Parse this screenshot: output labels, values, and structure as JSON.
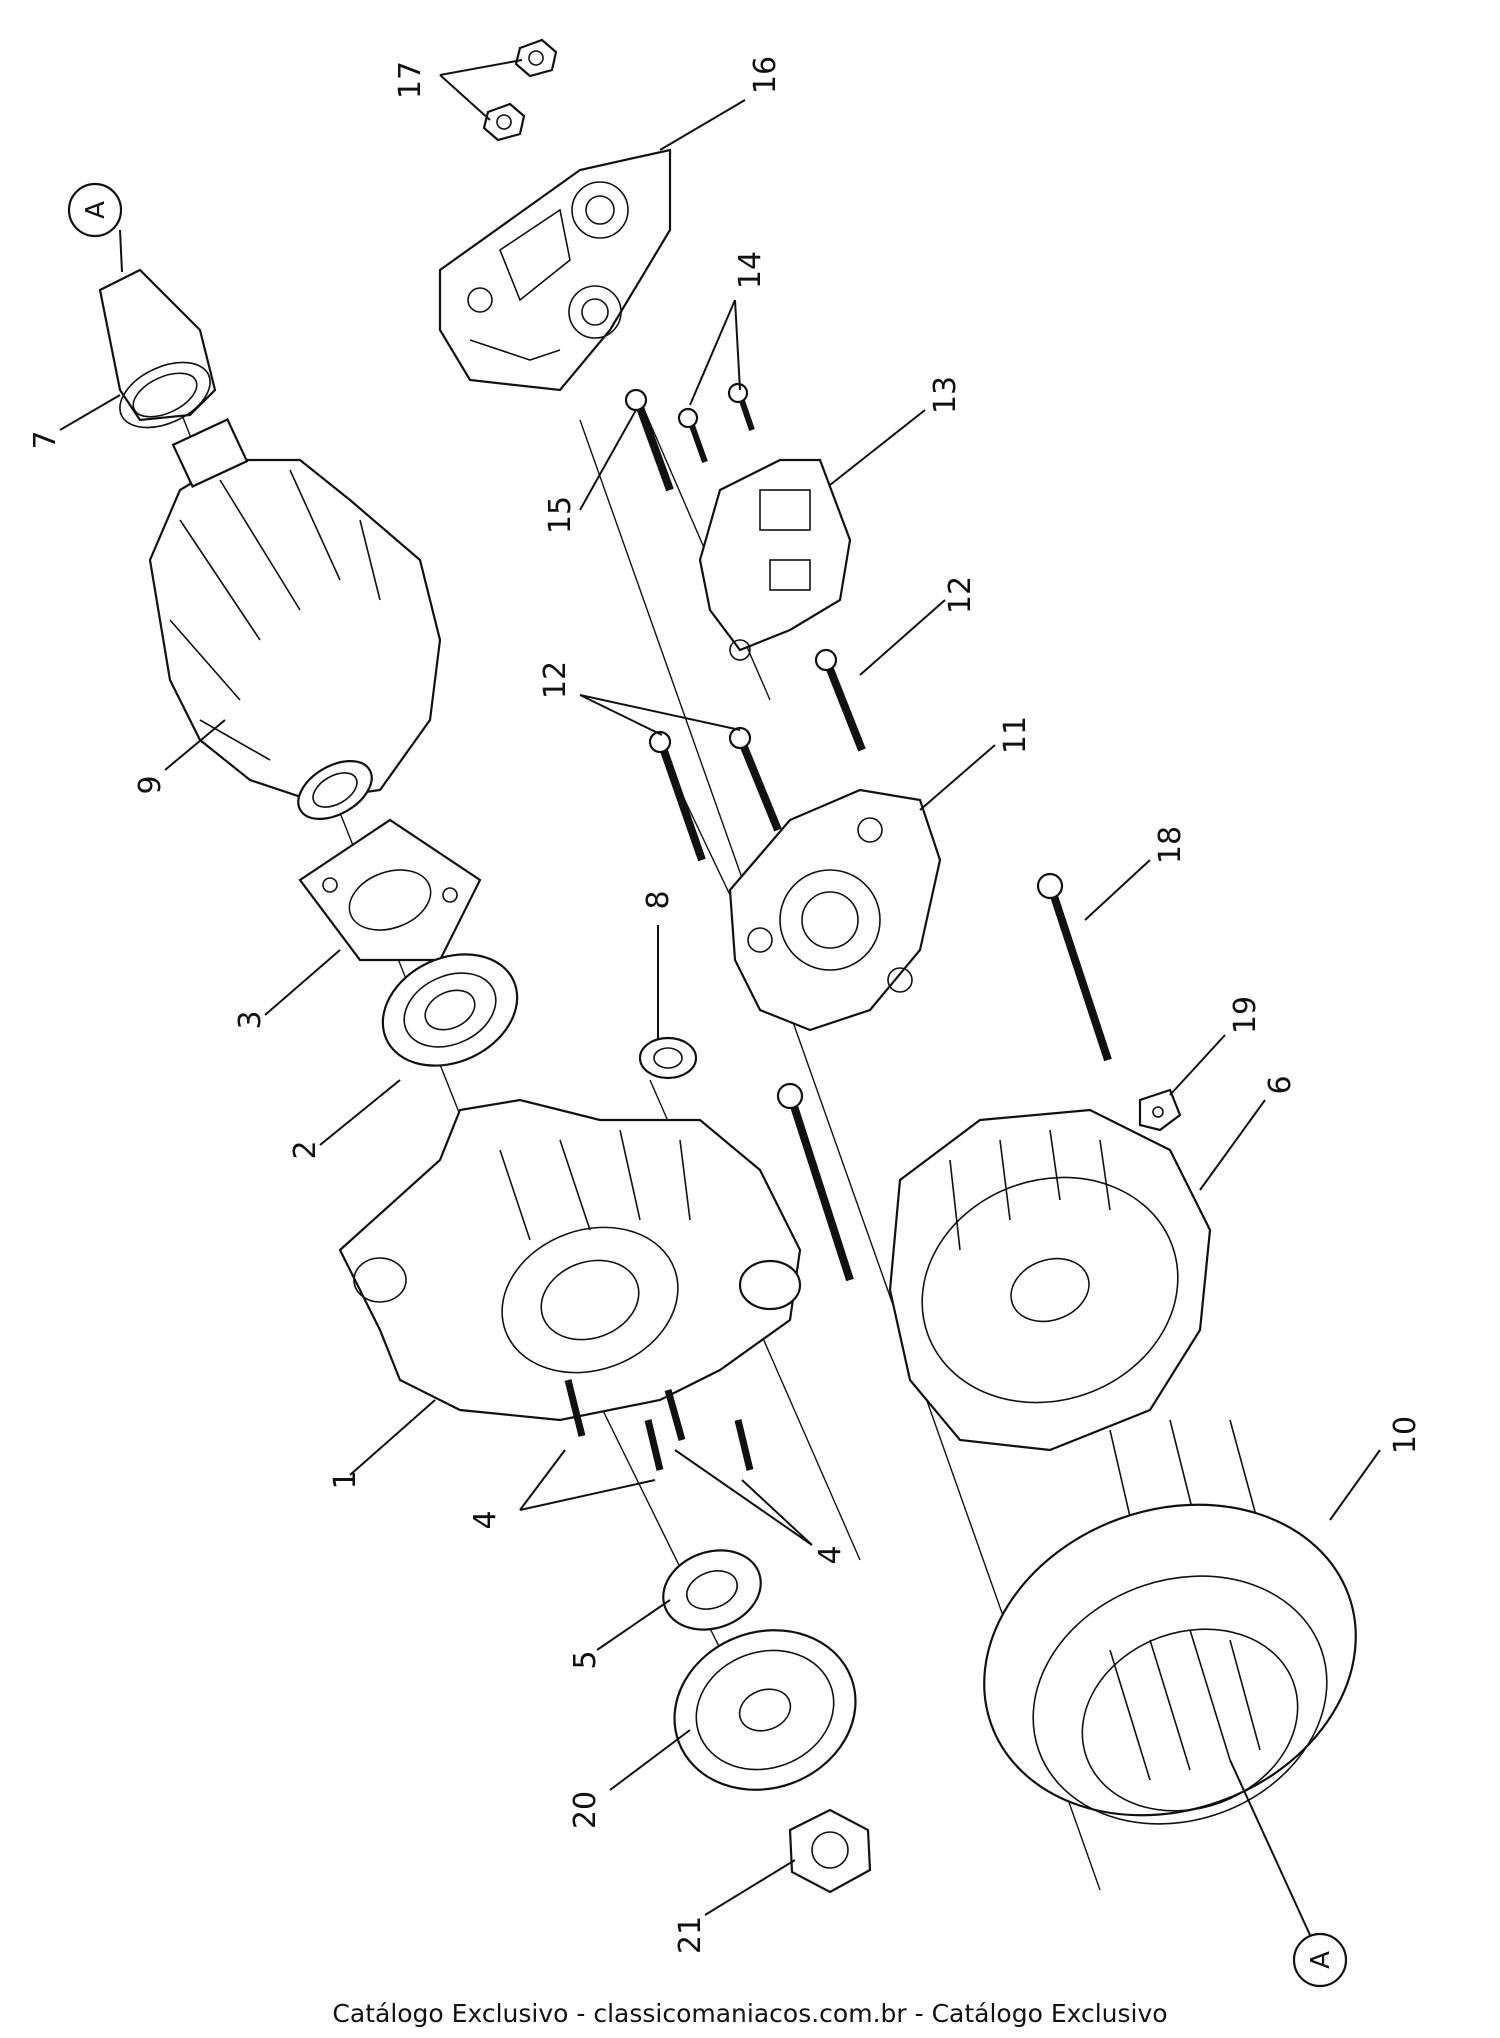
{
  "diagram": {
    "callouts": [
      {
        "id": "c1",
        "text": "1"
      },
      {
        "id": "c2",
        "text": "2"
      },
      {
        "id": "c3",
        "text": "3"
      },
      {
        "id": "c4a",
        "text": "4"
      },
      {
        "id": "c4b",
        "text": "4"
      },
      {
        "id": "c5",
        "text": "5"
      },
      {
        "id": "c6",
        "text": "6"
      },
      {
        "id": "c7",
        "text": "7"
      },
      {
        "id": "c8",
        "text": "8"
      },
      {
        "id": "c9",
        "text": "9"
      },
      {
        "id": "c10",
        "text": "10"
      },
      {
        "id": "c11",
        "text": "11"
      },
      {
        "id": "c12a",
        "text": "12"
      },
      {
        "id": "c12b",
        "text": "12"
      },
      {
        "id": "c13",
        "text": "13"
      },
      {
        "id": "c14",
        "text": "14"
      },
      {
        "id": "c15",
        "text": "15"
      },
      {
        "id": "c16",
        "text": "16"
      },
      {
        "id": "c17",
        "text": "17"
      },
      {
        "id": "c18",
        "text": "18"
      },
      {
        "id": "c19",
        "text": "19"
      },
      {
        "id": "c20",
        "text": "20"
      },
      {
        "id": "c21",
        "text": "21"
      }
    ],
    "reference_marks": [
      {
        "id": "refA_top",
        "text": "A"
      },
      {
        "id": "refA_bottom",
        "text": "A"
      }
    ]
  },
  "footer": {
    "text": "Catálogo Exclusivo - classicomaniacos.com.br - Catálogo Exclusivo"
  }
}
